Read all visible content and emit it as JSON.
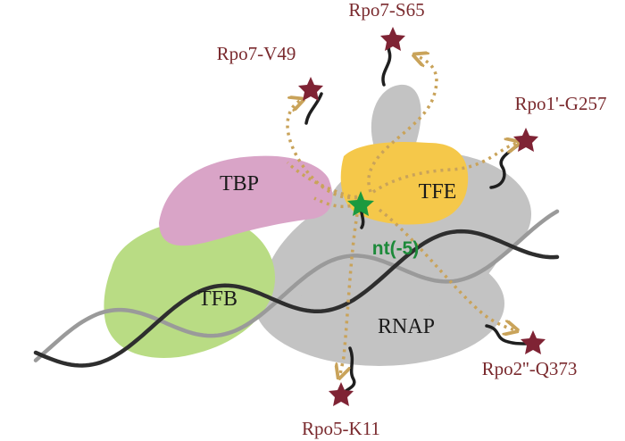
{
  "colors": {
    "rnap": "#c3c3c3",
    "tbp": "#d9a4c7",
    "tfb": "#b9dc84",
    "tfe": "#f5c84a",
    "label_red": "#7a2a2e",
    "star_red": "#7f2334",
    "star_green": "#1b9a3f",
    "label_green": "#1d8a3a",
    "arrow_gold": "#c9a35a",
    "dna_dark": "#2e2e2e",
    "dna_light": "#9a9a9a"
  },
  "proteins": {
    "tbp": "TBP",
    "tfb": "TFB",
    "tfe": "TFE",
    "rnap": "RNAP"
  },
  "reference_site": "nt(-5)",
  "labeled_sites": {
    "rpo7_s65": "Rpo7-S65",
    "rpo7_v49": "Rpo7-V49",
    "rpo1_g257": "Rpo1'-G257",
    "rpo2_q373": "Rpo2''-Q373",
    "rpo5_k11": "Rpo5-K11"
  }
}
